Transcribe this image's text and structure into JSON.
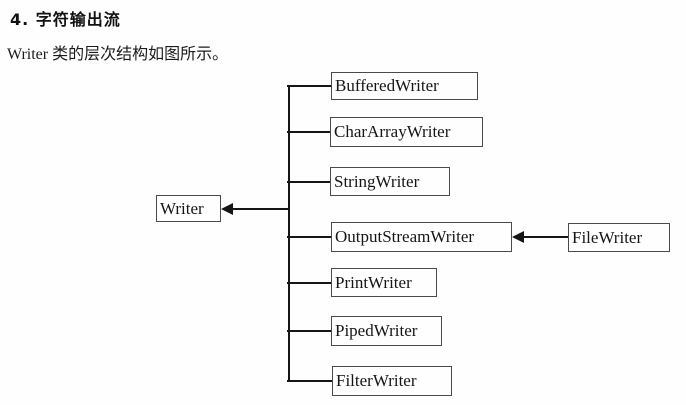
{
  "page": {
    "heading": "4. 字符输出流",
    "intro": "Writer 类的层次结构如图所示。"
  },
  "diagram": {
    "root": "Writer",
    "children": [
      "BufferedWriter",
      "CharArrayWriter",
      "StringWriter",
      "OutputStreamWriter",
      "PrintWriter",
      "PipedWriter",
      "FilterWriter"
    ],
    "grandchild": {
      "parent": "OutputStreamWriter",
      "label": "FileWriter"
    },
    "colors": {
      "line": "#151515",
      "box_border": "#4a4a4a",
      "text": "#1b1b1b",
      "background": "#fefefe"
    }
  }
}
